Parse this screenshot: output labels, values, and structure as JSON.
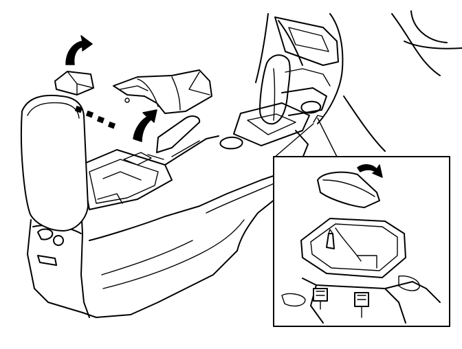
{
  "figure": {
    "kind": "exploded-assembly-illustration",
    "subject": "center-console",
    "stroke_color": "#000000",
    "background_color": "#ffffff",
    "parts": [
      "armrest-lid",
      "small-trim-cover",
      "trim-panel",
      "gear-selector",
      "console-body",
      "detail-inset"
    ],
    "icons": [
      "curved-arrow-icon",
      "lift-arrow-icon"
    ]
  }
}
